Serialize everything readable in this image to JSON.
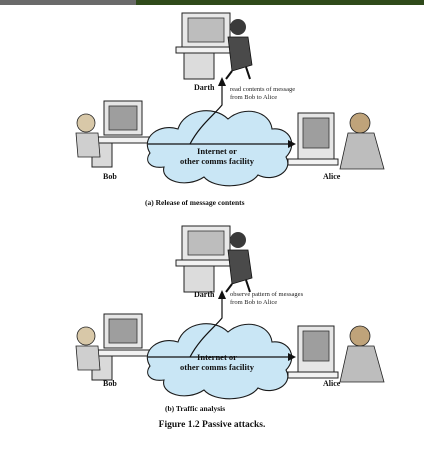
{
  "panels": [
    {
      "darth_label": "Darth",
      "note": "read contents of message from Bob to Alice",
      "bob_label": "Bob",
      "alice_label": "Alice",
      "cloud_line1": "Internet or",
      "cloud_line2": "other comms facility",
      "caption": "(a) Release of message contents"
    },
    {
      "darth_label": "Darth",
      "note": "observe pattern of messages from Bob to Alice",
      "bob_label": "Bob",
      "alice_label": "Alice",
      "cloud_line1": "Internet or",
      "cloud_line2": "other comms facility",
      "caption": "(b) Traffic analysis"
    }
  ],
  "figure_caption": "Figure 1.2  Passive attacks.",
  "colors": {
    "cloud_fill": "#c9e6f5",
    "cloud_stroke": "#1a1a1a"
  }
}
